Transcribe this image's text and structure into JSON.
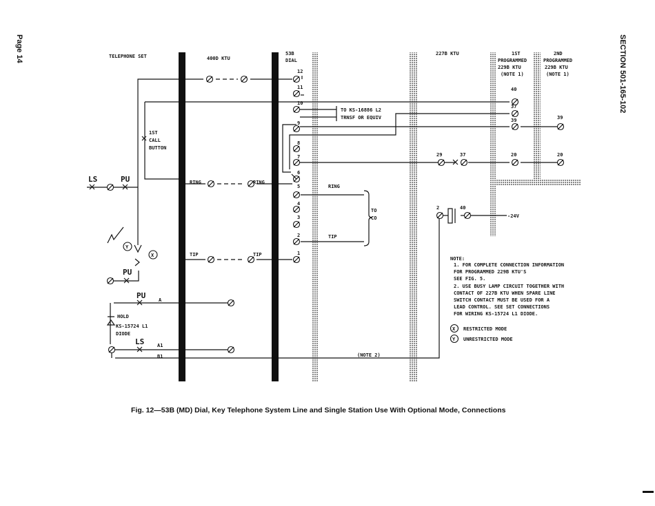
{
  "page": {
    "page_number": "Page 14",
    "section_id": "SECTION 501-165-102"
  },
  "figure": {
    "caption": "Fig. 12—53B (MD) Dial, Key Telephone System Line and Single Station Use With Optional Mode, Connections"
  },
  "headers": {
    "telephone_set": "TELEPHONE SET",
    "ktu_400d": "400D KTU",
    "dial_53b_line1": "53B",
    "dial_53b_line2": "DIAL",
    "ktu_227b": "227B KTU",
    "first_prog_line1": "1ST",
    "first_prog_line2": "PROGRAMMED",
    "first_prog_line3": "229B KTU",
    "first_prog_line4": "(NOTE 1)",
    "second_prog_line1": "2ND",
    "second_prog_line2": "PROGRAMMED",
    "second_prog_line3": "229B KTU",
    "second_prog_line4": "(NOTE 1)"
  },
  "dial_terminals": [
    "12",
    "11",
    "10",
    "9",
    "8",
    "7",
    "6",
    "5",
    "4",
    "3",
    "2",
    "1"
  ],
  "labels": {
    "first_call_button": [
      "1ST",
      "CALL",
      "BUTTON"
    ],
    "ls": "LS",
    "pu": "PU",
    "ring": "RING",
    "tip": "TIP",
    "to_co": [
      "TO",
      "CO"
    ],
    "to_ks": "TO KS-16886 L2",
    "trnsf": "TRNSF OR EQUIV",
    "hold": "HOLD",
    "diode": [
      "KS-15724 L1",
      "DIODE"
    ],
    "lead_a": "A",
    "lead_a1": "A1",
    "lead_b1": "B1",
    "note2_ref": "(NOTE 2)",
    "minus24v": "-24V",
    "y_symbol": "Y",
    "x_symbol": "X",
    "ktu_terms": [
      "40",
      "37",
      "39",
      "39",
      "29",
      "37",
      "20",
      "20",
      "2",
      "40"
    ]
  },
  "notes": {
    "title": "NOTE:",
    "lines": [
      "1. FOR COMPLETE CONNECTION INFORMATION",
      "   FOR PROGRAMMED 229B KTU'S",
      "   SEE FIG. 5.",
      "2. USE BUSY LAMP CIRCUIT TOGETHER WITH",
      "   CONTACT OF 227B KTU WHEN SPARE LINE",
      "   SWITCH CONTACT MUST BE USED FOR A",
      "   LEAD CONTROL.  SEE SET CONNECTIONS",
      "   FOR WIRING KS-15724 L1 DIODE."
    ]
  },
  "legend": [
    {
      "symbol": "X",
      "text": "RESTRICTED MODE"
    },
    {
      "symbol": "Y",
      "text": "UNRESTRICTED MODE"
    }
  ]
}
